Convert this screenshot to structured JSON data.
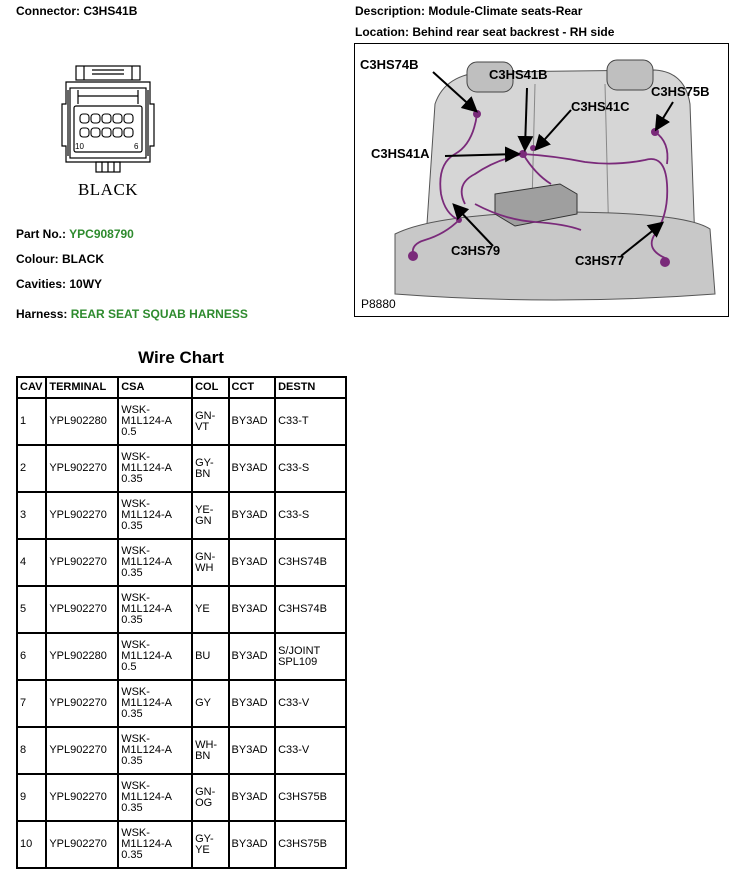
{
  "header": {
    "connector_label": "Connector:",
    "connector_value": "C3HS41B",
    "description_label": "Description:",
    "description_value": "Module-Climate seats-Rear",
    "location_label": "Location:",
    "location_value": "Behind rear seat backrest - RH side"
  },
  "connector_graphic": {
    "pin_number_left": "10",
    "pin_number_right": "6",
    "caption": "BLACK"
  },
  "details": {
    "part_no_label": "Part No.:",
    "part_no_value": "YPC908790",
    "colour_label": "Colour:",
    "colour_value": "BLACK",
    "cavities_label": "Cavities:",
    "cavities_value": "10WY",
    "harness_label": "Harness:",
    "harness_value": "REAR SEAT SQUAB HARNESS"
  },
  "diagram": {
    "callouts": [
      "C3HS74B",
      "C3HS41B",
      "C3HS75B",
      "C3HS41C",
      "C3HS41A",
      "C3HS79",
      "C3HS77"
    ],
    "figure_id": "P8880"
  },
  "wire_chart": {
    "title": "Wire Chart",
    "columns": [
      "CAV",
      "TERMINAL",
      "CSA",
      "COL",
      "CCT",
      "DESTN"
    ],
    "rows": [
      {
        "cav": "1",
        "terminal": "YPL902280",
        "csa_a": "WSK-",
        "csa_b": "M1L124-A",
        "csa_c": "0.5",
        "col_a": "GN-",
        "col_b": "VT",
        "cct": "BY3AD",
        "destn_a": "C33-T",
        "destn_b": ""
      },
      {
        "cav": "2",
        "terminal": "YPL902270",
        "csa_a": "WSK-",
        "csa_b": "M1L124-A",
        "csa_c": "0.35",
        "col_a": "GY-",
        "col_b": "BN",
        "cct": "BY3AD",
        "destn_a": "C33-S",
        "destn_b": ""
      },
      {
        "cav": "3",
        "terminal": "YPL902270",
        "csa_a": "WSK-",
        "csa_b": "M1L124-A",
        "csa_c": "0.35",
        "col_a": "YE-",
        "col_b": "GN",
        "cct": "BY3AD",
        "destn_a": "C33-S",
        "destn_b": ""
      },
      {
        "cav": "4",
        "terminal": "YPL902270",
        "csa_a": "WSK-",
        "csa_b": "M1L124-A",
        "csa_c": "0.35",
        "col_a": "GN-",
        "col_b": "WH",
        "cct": "BY3AD",
        "destn_a": "C3HS74B",
        "destn_b": ""
      },
      {
        "cav": "5",
        "terminal": "YPL902270",
        "csa_a": "WSK-",
        "csa_b": "M1L124-A",
        "csa_c": "0.35",
        "col_a": "YE",
        "col_b": "",
        "cct": "BY3AD",
        "destn_a": "C3HS74B",
        "destn_b": ""
      },
      {
        "cav": "6",
        "terminal": "YPL902280",
        "csa_a": "WSK-",
        "csa_b": "M1L124-A",
        "csa_c": "0.5",
        "col_a": "BU",
        "col_b": "",
        "cct": "BY3AD",
        "destn_a": "S/JOINT",
        "destn_b": "SPL109"
      },
      {
        "cav": "7",
        "terminal": "YPL902270",
        "csa_a": "WSK-",
        "csa_b": "M1L124-A",
        "csa_c": "0.35",
        "col_a": "GY",
        "col_b": "",
        "cct": "BY3AD",
        "destn_a": "C33-V",
        "destn_b": ""
      },
      {
        "cav": "8",
        "terminal": "YPL902270",
        "csa_a": "WSK-",
        "csa_b": "M1L124-A",
        "csa_c": "0.35",
        "col_a": "WH-",
        "col_b": "BN",
        "cct": "BY3AD",
        "destn_a": "C33-V",
        "destn_b": ""
      },
      {
        "cav": "9",
        "terminal": "YPL902270",
        "csa_a": "WSK-",
        "csa_b": "M1L124-A",
        "csa_c": "0.35",
        "col_a": "GN-",
        "col_b": "OG",
        "cct": "BY3AD",
        "destn_a": "C3HS75B",
        "destn_b": ""
      },
      {
        "cav": "10",
        "terminal": "YPL902270",
        "csa_a": "WSK-",
        "csa_b": "M1L124-A",
        "csa_c": "0.35",
        "col_a": "GY-",
        "col_b": "YE",
        "cct": "BY3AD",
        "destn_a": "C3HS75B",
        "destn_b": ""
      }
    ]
  },
  "colors": {
    "accent_green": "#2e8b2e",
    "harness_purple": "#7a2a7a"
  }
}
